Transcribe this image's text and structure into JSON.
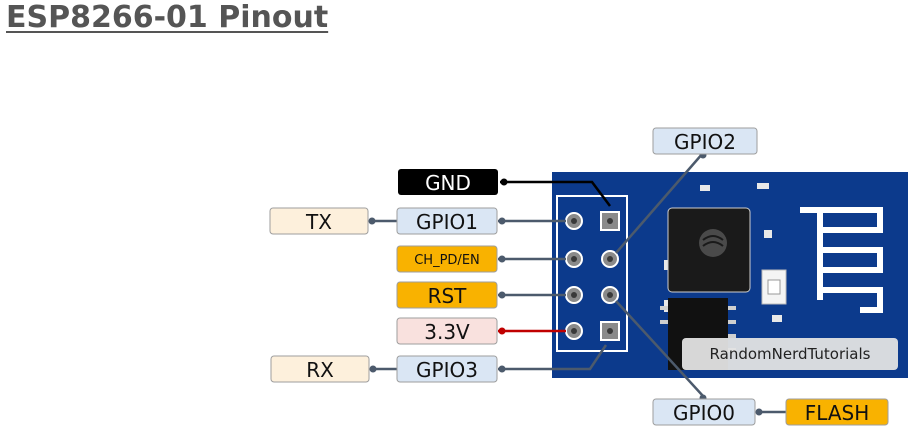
{
  "title": "ESP8266-01 Pinout",
  "labels": {
    "gnd": "GND",
    "tx": "TX",
    "gpio1": "GPIO1",
    "ch_pd_en": "CH_PD/EN",
    "rst": "RST",
    "v33": "3.3V",
    "rx": "RX",
    "gpio3": "GPIO3",
    "gpio2": "GPIO2",
    "gpio0": "GPIO0",
    "flash": "FLASH"
  },
  "credit": "RandomNerdTutorials",
  "colors": {
    "board": "#0c3a8c",
    "gnd_fill": "#000000",
    "alt_fill": "#fdf0dc",
    "gpio_fill": "#dae6f4",
    "control_fill": "#f9b200",
    "power_fill": "#f9e1de",
    "power_wire": "#c00000",
    "wire": "#4c5a6c"
  }
}
